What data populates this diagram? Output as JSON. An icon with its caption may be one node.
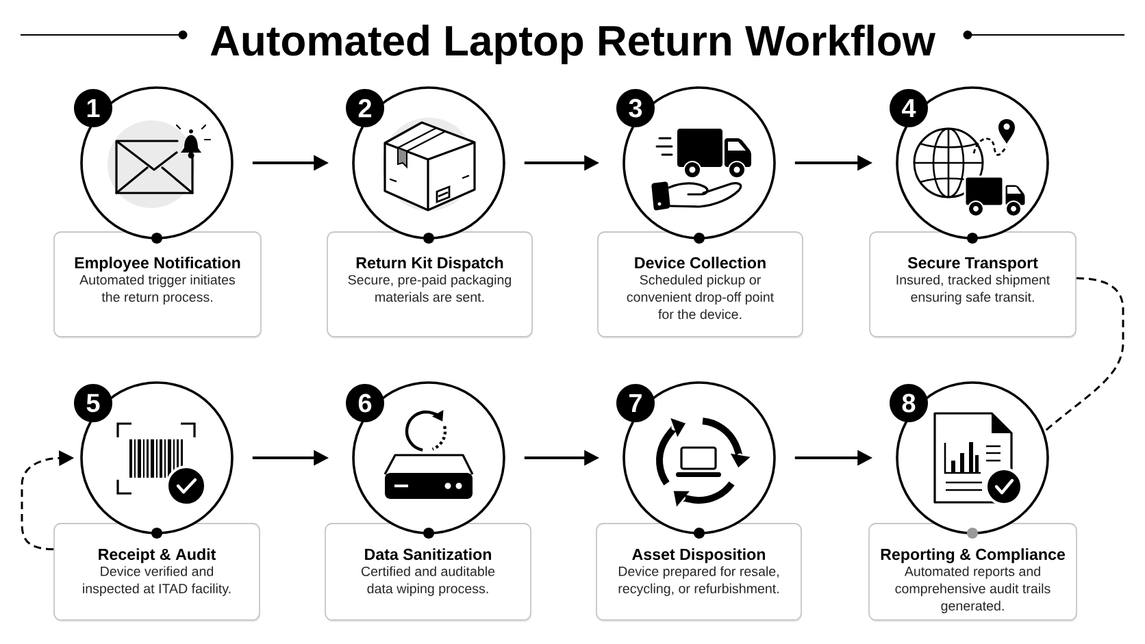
{
  "diagram": {
    "title": "Automated Laptop Return Workflow",
    "nodes": [
      {
        "text": [
          "1"
        ]
      },
      {
        "text": [],
        "shape": "circle"
      },
      {
        "text": [
          "Employee Notification",
          "Automated trigger initiates the return process."
        ]
      },
      {
        "text": [
          "2"
        ]
      },
      {
        "text": [],
        "shape": "circle"
      },
      {
        "text": [
          "Return Kit Dispatch",
          "Secure, pre-paid packaging materials are sent."
        ]
      },
      {
        "text": [
          "3"
        ]
      },
      {
        "text": [],
        "shape": "circle"
      },
      {
        "text": [
          "Device Collection",
          "Scheduled pickup or convenient drop-off point for the device."
        ]
      },
      {
        "text": [
          "4"
        ]
      },
      {
        "text": [],
        "shape": "circle"
      },
      {
        "text": [
          "Secure Transport",
          "Insured, tracked shipment ensuring safe transit."
        ]
      },
      {
        "text": [
          "5"
        ]
      },
      {
        "text": [],
        "shape": "circle"
      },
      {
        "text": [
          "Receipt & Audit",
          "Device verified and inspected at ITAD facility."
        ]
      },
      {
        "text": [
          "6"
        ]
      },
      {
        "text": [],
        "shape": "circle"
      },
      {
        "text": [
          "Data Sanitization",
          "Certified and auditable data wiping process."
        ]
      },
      {
        "text": [
          "7"
        ]
      },
      {
        "text": [],
        "shape": "circle"
      },
      {
        "text": [
          "Asset Disposition",
          "Device prepared for resale, recycling, or refurbishment."
        ]
      },
      {
        "text": [
          "8"
        ]
      },
      {
        "text": [],
        "shape": "circle"
      },
      {
        "text": [
          "Reporting & Compliance",
          "Automated reports and comprehensive audit trails generated."
        ]
      }
    ],
    "edges": [
      {
        "from": 1,
        "to": 4,
        "arrow": "to"
      },
      {
        "from": 4,
        "to": 7,
        "arrow": "to"
      },
      {
        "from": 7,
        "to": 10,
        "arrow": "to"
      },
      {
        "from": 11,
        "to": 22,
        "arrow": "none",
        "style": "dashed"
      },
      {
        "from": 14,
        "to": 13,
        "arrow": "to",
        "style": "dashed"
      },
      {
        "from": 13,
        "to": 16,
        "arrow": "to"
      },
      {
        "from": 16,
        "to": 19,
        "arrow": "to"
      },
      {
        "from": 19,
        "to": 22,
        "arrow": "to"
      }
    ]
  }
}
